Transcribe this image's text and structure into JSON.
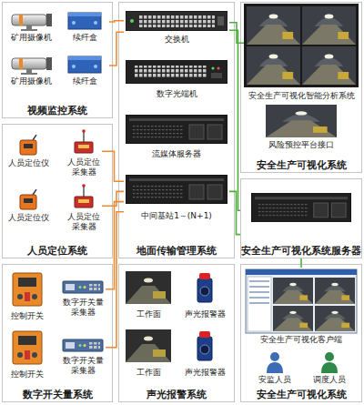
{
  "diagram": {
    "nodes": [
      {
        "text": [
          "视频监控系统"
        ]
      },
      {
        "text": [
          "矿用摄像机"
        ],
        "in": 0
      },
      {
        "text": [
          "续纤盒"
        ],
        "in": 0
      },
      {
        "text": [
          "矿用摄像机"
        ],
        "in": 0
      },
      {
        "text": [
          "续纤盒"
        ],
        "in": 0
      },
      {
        "text": [
          "人员定位系统"
        ]
      },
      {
        "text": [
          "人员定位仪"
        ],
        "in": 5
      },
      {
        "text": [
          "人员定位采集器"
        ],
        "in": 5
      },
      {
        "text": [
          "人员定位仪"
        ],
        "in": 5
      },
      {
        "text": [
          "人员定位采集器"
        ],
        "in": 5
      },
      {
        "text": [
          "数字开关量系统"
        ]
      },
      {
        "text": [
          "控制开关"
        ],
        "in": 10
      },
      {
        "text": [
          "数字开关量采集器"
        ],
        "in": 10
      },
      {
        "text": [
          "控制开关"
        ],
        "in": 10
      },
      {
        "text": [
          "数字开关量采集器"
        ],
        "in": 10
      },
      {
        "text": [
          "地面传输管理系统"
        ]
      },
      {
        "text": [
          "交换机"
        ],
        "in": 15
      },
      {
        "text": [
          "数字光端机"
        ],
        "in": 15
      },
      {
        "text": [
          "流媒体服务器"
        ],
        "in": 15
      },
      {
        "text": [
          "中间基站1～(N+1)"
        ],
        "in": 15
      },
      {
        "text": [
          "声光报警系统"
        ]
      },
      {
        "text": [
          "工作面"
        ],
        "in": 20
      },
      {
        "text": [
          "声光报警器"
        ],
        "in": 20
      },
      {
        "text": [
          "工作面"
        ],
        "in": 20
      },
      {
        "text": [
          "声光报警器"
        ],
        "in": 20
      },
      {
        "text": [
          "安全生产可视化系统"
        ]
      },
      {
        "text": [
          "安全生产可视化智能分析系统"
        ],
        "in": 25
      },
      {
        "text": [
          "风险预控平台接口"
        ],
        "in": 25
      },
      {
        "text": [
          "安全生产可视化系统服务器"
        ]
      },
      {
        "text": [
          "安全生产可视化系统"
        ]
      },
      {
        "text": [
          "安全生产可视化客户端"
        ],
        "in": 29
      },
      {
        "text": [
          "安监人员"
        ],
        "in": 29
      },
      {
        "text": [
          "调度人员"
        ],
        "in": 29
      }
    ],
    "edges": [
      {
        "from": 2,
        "to": 16,
        "arrow": "none"
      },
      {
        "from": 4,
        "to": 16,
        "arrow": "none"
      },
      {
        "from": 7,
        "to": 19,
        "arrow": "none"
      },
      {
        "from": 9,
        "to": 19,
        "arrow": "none"
      },
      {
        "from": 12,
        "to": 19,
        "arrow": "none"
      },
      {
        "from": 14,
        "to": 19,
        "arrow": "none"
      },
      {
        "from": 16,
        "to": 26,
        "arrow": "none"
      },
      {
        "from": 16,
        "to": 28,
        "arrow": "none"
      },
      {
        "from": 19,
        "to": 28,
        "arrow": "none"
      },
      {
        "from": 28,
        "to": 30,
        "arrow": "none"
      }
    ]
  }
}
